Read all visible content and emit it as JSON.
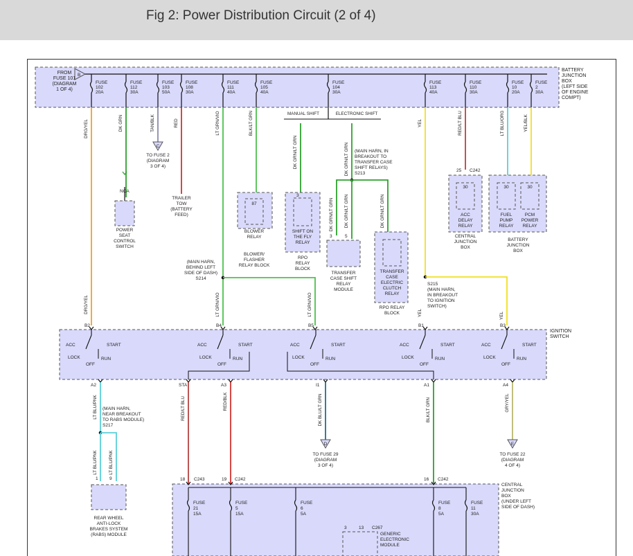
{
  "title": "Fig 2: Power Distribution Circuit (2 of 4)",
  "colors": {
    "box_fill": "#d9d9fb",
    "orange": "#f4a020",
    "green": "#2ca02c",
    "red": "#d43030",
    "ltgreen": "#4cc04c",
    "yellow": "#f0e020",
    "tan": "#8a8aaa",
    "cyan": "#5ad0d8",
    "dkblue": "#1f6e8c",
    "redbrown": "#b84040",
    "grayyel": "#b8b870"
  },
  "top": {
    "from": [
      "FROM",
      "FUSE 101",
      "(DIAGRAM",
      "1 OF 4)"
    ],
    "conn_b": "B",
    "bjb": [
      "BATTERY",
      "JUNCTION",
      "BOX",
      "(LEFT SIDE",
      "OF ENGINE",
      "COMPT)"
    ],
    "fuses": [
      {
        "l1": "FUSE",
        "l2": "102",
        "l3": "20A",
        "wire": "DRG/YEL"
      },
      {
        "l1": "FUSE",
        "l2": "112",
        "l3": "30A",
        "wire": "DK GRN"
      },
      {
        "l1": "FUSE",
        "l2": "103",
        "l3": "50A",
        "wire": "TAN/BLK"
      },
      {
        "l1": "FUSE",
        "l2": "108",
        "l3": "30A",
        "wire": "RED"
      },
      {
        "l1": "FUSE",
        "l2": "111",
        "l3": "40A",
        "wire": "LT GRN/VIO"
      },
      {
        "l1": "FUSE",
        "l2": "105",
        "l3": "40A",
        "wire": "BLK/LT GRN"
      },
      {
        "l1": "FUSE",
        "l2": "104",
        "l3": "30A",
        "wire": ""
      },
      {
        "l1": "FUSE",
        "l2": "113",
        "l3": "40A",
        "wire": "YEL"
      },
      {
        "l1": "FUSE",
        "l2": "110",
        "l3": "30A",
        "wire": "RED/LT BLU"
      },
      {
        "l1": "FUSE",
        "l2": "10",
        "l3": "20A",
        "wire": "LT BLU/ORG"
      },
      {
        "l1": "FUSE",
        "l2": "2",
        "l3": "30A",
        "wire": "YEL/BLK"
      }
    ]
  },
  "mid": {
    "manual_shift": "MANUAL SHIFT",
    "electronic_shift": "ELECTRONIC SHIFT",
    "s213": [
      "(MAIN HARN, IN",
      "BREAKOUT TO",
      "TRANSFER CASE",
      "SHIFT RELAYS)",
      "S213"
    ],
    "nca": "NCA",
    "to_fuse2": [
      "TO FUSE 2",
      "(DIAGRAM",
      "3 OF 4)"
    ],
    "conn_c": "C",
    "trailer": [
      "TRAILER",
      "TOW",
      "(BATTERY",
      "FEED)"
    ],
    "psw": [
      "POWER",
      "SEAT",
      "CONTROL",
      "SWITCH"
    ],
    "pin87": "87",
    "blower": [
      "BLOWER",
      "RELAY"
    ],
    "blower_block": [
      "BLOWER/",
      "FLASHER",
      "RELAY BLOCK"
    ],
    "pin3": "3",
    "shift_fly": [
      "SHIFT ON",
      "THE FLY",
      "RELAY"
    ],
    "rpo_block": [
      "RPO",
      "RELAY",
      "BLOCK"
    ],
    "wire_dkgrn_ltgrn": "DK GRN/LT GRN",
    "pin5": "5",
    "tcs_relay": [
      "TRANSFER",
      "CASE SHIFT",
      "RELAY",
      "MODULE"
    ],
    "clutch": [
      "TRANSFER",
      "CASE",
      "ELECTRIC",
      "CLUTCH",
      "RELAY"
    ],
    "rpo_block2": [
      "RPO RELAY",
      "BLOCK"
    ],
    "pin25": "25",
    "c242": "C242",
    "pin30": "30",
    "acc_delay": [
      "ACC",
      "DELAY",
      "RELAY"
    ],
    "cjb1": [
      "CENTRAL",
      "JUNCTION",
      "BOX"
    ],
    "fuel": [
      "FUEL",
      "PUMP",
      "RELAY"
    ],
    "pcm": [
      "PCM",
      "POWER",
      "RELAY"
    ],
    "bjb2": [
      "BATTERY",
      "JUNCTION",
      "BOX"
    ],
    "s214": [
      "(MAIN HARN,",
      "BEHIND LEFT",
      "SIDE OF DASH)",
      "S214"
    ],
    "s215": [
      "S215",
      "(MAIN HARN,",
      "IN BREAKOUT",
      "TO IGNITION",
      "SWITCH)"
    ]
  },
  "ign": {
    "label": [
      "IGNITION",
      "SWITCH"
    ],
    "top_pins": [
      "B2",
      "B4",
      "B5",
      "B1",
      "B3"
    ],
    "acc": "ACC",
    "start": "START",
    "lock": "LOCK",
    "off": "OFF",
    "run": "RUN",
    "bot_pins": [
      "A2",
      "STA",
      "A3",
      "I1",
      "A1",
      "A4"
    ]
  },
  "low": {
    "wires": [
      "LT BLU/PNK",
      "RED/LT BLU",
      "RED/BLK",
      "DK BLU/LT GRN",
      "BLK/LT GRN",
      "GRY/YEL"
    ],
    "s217": [
      "(MAIN HARN,",
      "NEAR BREAKOUT",
      "TO RABS MODULE)",
      "S217"
    ],
    "pin1": "1",
    "pin9": "9",
    "rabs": [
      "REAR WHEEL",
      "ANTI-LOCK",
      "BRAKES SYSTEM",
      "(RABS) MODULE"
    ],
    "conn_d": "D",
    "to_fuse29": [
      "TO FUSE 29",
      "(DIAGRAM",
      "3 OF 4)"
    ],
    "conn_e": "E",
    "to_fuse22": [
      "TO FUSE 22",
      "(DIAGRAM",
      "4 OF 4)"
    ],
    "c243": "C243",
    "c242a": "C242",
    "c242b": "C242",
    "pin18": "18",
    "pin19": "19",
    "pin16": "16",
    "cjb2": [
      "CENTRAL",
      "JUNCTION",
      "BOX",
      "(UNDER LEFT",
      "SIDE OF DASH)"
    ],
    "lfuses": [
      {
        "l1": "FUSE",
        "l2": "21",
        "l3": "15A"
      },
      {
        "l1": "FUSE",
        "l2": "5",
        "l3": "15A"
      },
      {
        "l1": "FUSE",
        "l2": "6",
        "l3": "5A"
      },
      {
        "l1": "FUSE",
        "l2": "8",
        "l3": "5A"
      },
      {
        "l1": "FUSE",
        "l2": "11",
        "l3": "30A"
      }
    ],
    "pin3b": "3",
    "pin13": "13",
    "c267": "C267",
    "gem": [
      "GENERIC",
      "ELECTRONIC",
      "MODULE"
    ]
  }
}
